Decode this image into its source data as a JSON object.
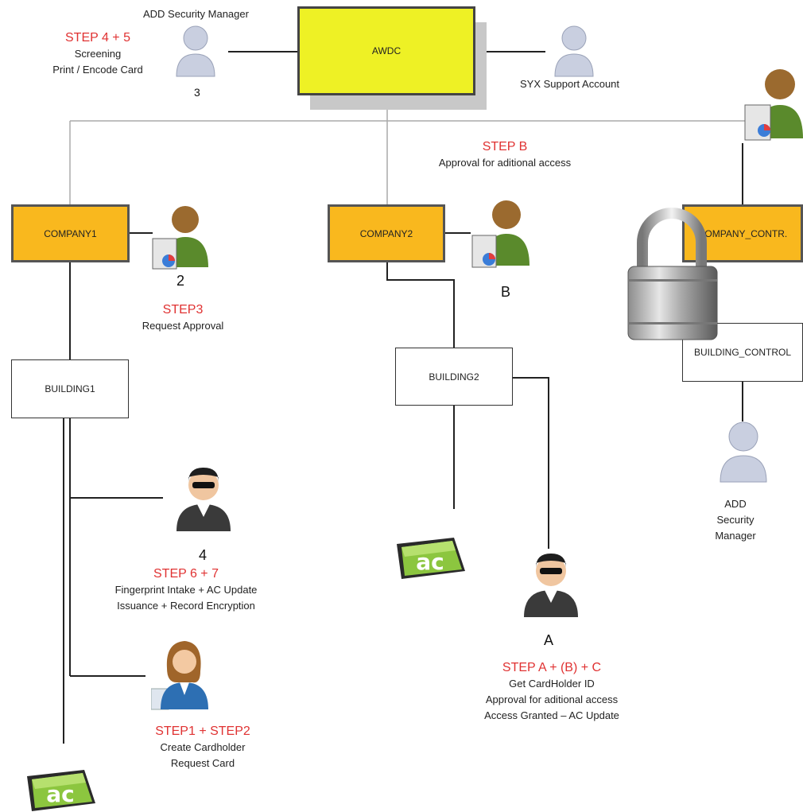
{
  "nodes": {
    "awdc": "AWDC",
    "company1": "COMPANY1",
    "company2": "COMPANY2",
    "company_contr": "COMPANY_CONTR.",
    "building1": "BUILDING1",
    "building2": "BUILDING2",
    "building_control": "BUILDING_CONTROL"
  },
  "actors": {
    "add_security_manager_top": "ADD Security Manager",
    "syx_support": "SYX Support Account",
    "add_security_manager_right": [
      "ADD",
      "Security",
      "Manager"
    ]
  },
  "markers": {
    "m3": "3",
    "m2": "2",
    "mB": "B",
    "m4": "4",
    "mA": "A"
  },
  "steps": {
    "step45": {
      "title": "STEP 4 + 5",
      "lines": [
        "Screening",
        "Print / Encode Card"
      ]
    },
    "stepB": {
      "title": "STEP B",
      "lines": [
        "Approval for aditional access"
      ]
    },
    "step3": {
      "title": "STEP3",
      "lines": [
        "Request Approval"
      ]
    },
    "step67": {
      "title": "STEP 6 + 7",
      "lines": [
        "Fingerprint Intake + AC Update",
        "Issuance + Record Encryption"
      ]
    },
    "stepABC": {
      "title": "STEP A + (B) + C",
      "lines": [
        "Get CardHolder ID",
        "Approval for aditional access",
        "Access Granted – AC Update"
      ]
    },
    "step12": {
      "title": "STEP1 + STEP2",
      "lines": [
        "Create Cardholder",
        "Request Card"
      ]
    }
  },
  "logo_text": "ac",
  "colors": {
    "awdc_fill": "#eef125",
    "company_fill": "#f9b81e",
    "step_red": "#e03232",
    "logo_green": "#8cc63f"
  }
}
